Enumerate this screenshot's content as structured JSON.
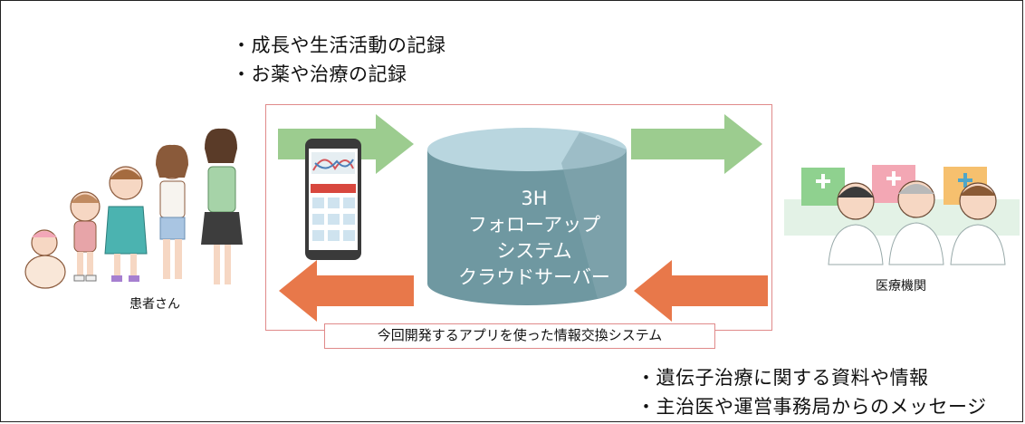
{
  "top_notes": [
    "・成長や生活活動の記録",
    "・お薬や治療の記録"
  ],
  "bottom_notes": [
    "・遺伝子治療に関する資料や情報",
    "・主治医や運営事務局からのメッセージ"
  ],
  "server_lines": [
    "3H",
    "フォローアップ",
    "システム",
    "クラウドサーバー"
  ],
  "system_caption": "今回開発するアプリを使った情報交換システム",
  "patients_label": "患者さん",
  "medical_label": "医療機関",
  "colors": {
    "arrow_green": "#9ccc8f",
    "arrow_orange": "#e8784a",
    "db_body": "#6f98a1",
    "db_top": "#b9d6df",
    "box_border": "#e08a8a"
  }
}
